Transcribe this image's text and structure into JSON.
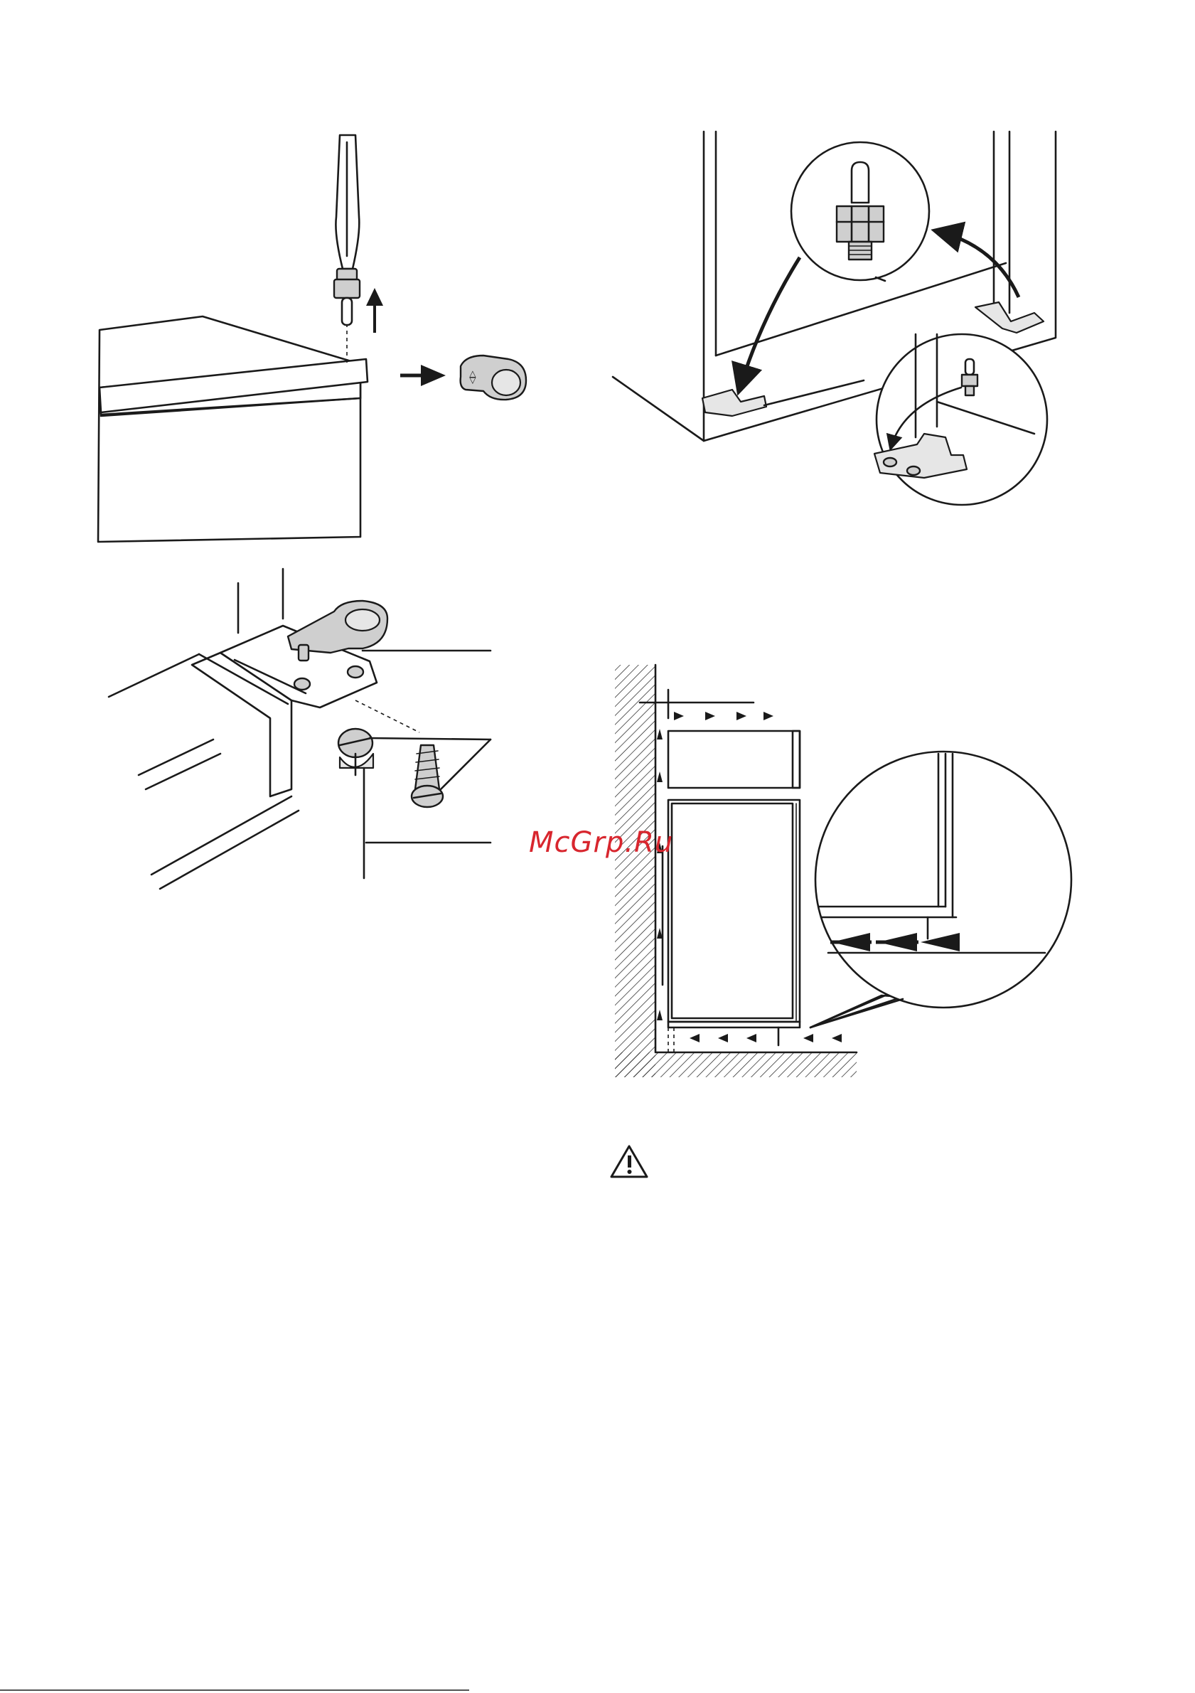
{
  "watermark": {
    "text": "McGrp.Ru",
    "color": "#d8262e"
  },
  "figures": [
    {
      "name": "remove-door-pin",
      "icons": [
        "screwdriver-icon",
        "arrow-up-icon",
        "arrow-right-icon",
        "hinge-cap-icon"
      ]
    },
    {
      "name": "mount-foot-brackets",
      "icons": [
        "pin-detail-magnifier",
        "bracket-detail-magnifier",
        "curved-arrow-icon"
      ]
    },
    {
      "name": "hinge-assembly",
      "icons": [
        "hinge-plate-icon",
        "screw-icon"
      ]
    },
    {
      "name": "ventilation-airflow",
      "icons": [
        "wall-hatching",
        "airflow-arrows",
        "ventilation-detail-magnifier"
      ]
    }
  ],
  "warning": {
    "icon": "warning-triangle-icon"
  }
}
